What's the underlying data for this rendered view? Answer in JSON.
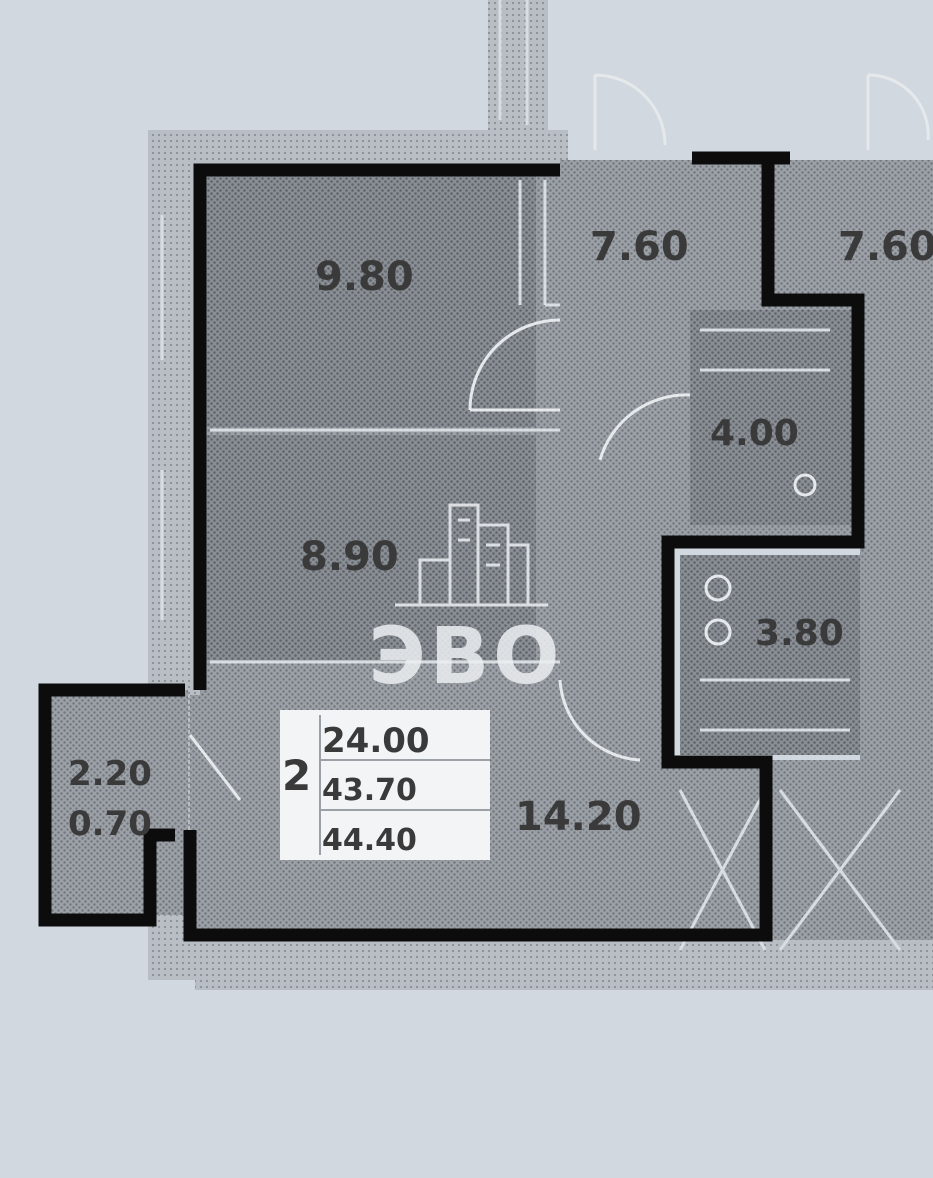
{
  "rooms": {
    "room_a": "9.80",
    "room_b": "8.90",
    "hall": "14.20",
    "corridor": "7.60",
    "neighbor_corridor": "7.60",
    "bathroom": "4.00",
    "wc": "3.80",
    "balcony_area": "2.20",
    "balcony_coef": "0.70"
  },
  "summary": {
    "room_count": "2",
    "living_area": "24.00",
    "area_without_balcony": "43.70",
    "total_area": "44.40"
  },
  "logo": {
    "text": "ЭВО"
  },
  "colors": {
    "paper": "#d2d8df",
    "floor": "#9a9fa5",
    "room": "#8c9197",
    "wall": "#0c0c0c",
    "logo": "#eceff2"
  }
}
